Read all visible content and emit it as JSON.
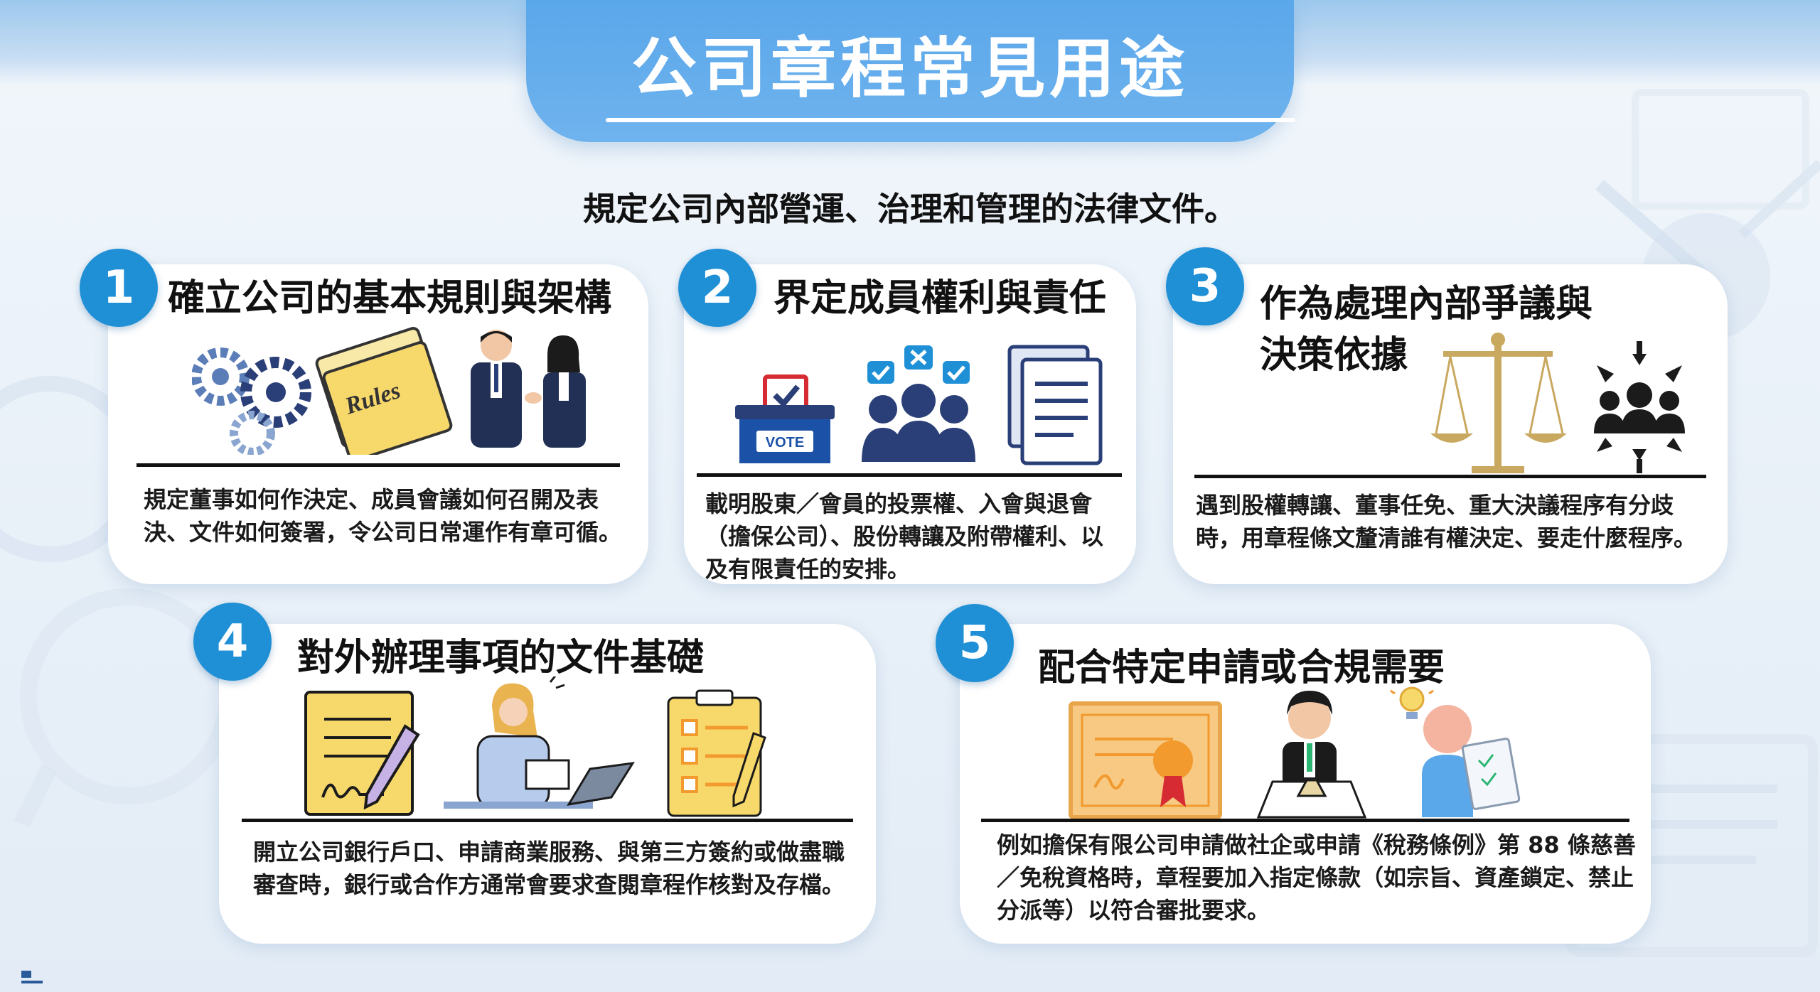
{
  "page": {
    "title": "公司章程常見用途",
    "subtitle": "規定公司內部營運、治理和管理的法律文件。"
  },
  "cards": [
    {
      "number": "1",
      "title": "確立公司的基本規則與架構",
      "description_lines": [
        "規定董事如何作決定、成員會議如何召開及表",
        "決、文件如何簽署，令公司日常運作有章可循。"
      ],
      "illustration": {
        "icons": [
          "gears-icon",
          "rules-document-icon",
          "business-people-icon"
        ],
        "rules_label": "Rules"
      }
    },
    {
      "number": "2",
      "title": "界定成員權利與責任",
      "description_lines": [
        "載明股東／會員的投票權、入會與退會",
        "（擔保公司）、股份轉讓及附帶權利、以",
        "及有限責任的安排。"
      ],
      "illustration": {
        "icons": [
          "ballot-box-icon",
          "group-vote-icon",
          "documents-icon"
        ],
        "vote_label": "VOTE"
      }
    },
    {
      "number": "3",
      "title_lines": [
        "作為處理內部爭議與",
        "決策依據"
      ],
      "description_lines": [
        "遇到股權轉讓、董事任免、重大決議程序有分歧",
        "時，用章程條文釐清誰有權決定、要走什麼程序。"
      ],
      "illustration": {
        "icons": [
          "balance-scale-icon",
          "group-focus-icon"
        ]
      }
    },
    {
      "number": "4",
      "title": "對外辦理事項的文件基礎",
      "description_lines": [
        "開立公司銀行戶口、申請商業服務、與第三方簽約或做盡職",
        "審查時，銀行或合作方通常會要求查閱章程作核對及存檔。"
      ],
      "illustration": {
        "icons": [
          "signed-document-icon",
          "woman-at-laptop-icon",
          "checklist-icon"
        ]
      }
    },
    {
      "number": "5",
      "title": "配合特定申請或合規需要",
      "description_lines": [
        "例如擔保有限公司申請做社企或申請《稅務條例》第 88 條慈善",
        "／免稅資格時，章程要加入指定條款（如宗旨、資產鎖定、禁止",
        "分派等）以符合審批要求。"
      ],
      "illustration": {
        "icons": [
          "certificate-icon",
          "official-at-desk-icon",
          "person-idea-checklist-icon"
        ]
      }
    }
  ],
  "colors": {
    "accent": "#1f90d6",
    "title_tab": "#5aa7ea",
    "navy": "#2a3f78",
    "steel": "#5b7db8",
    "gold": "#c9a860",
    "yellow": "#f7d86a"
  }
}
